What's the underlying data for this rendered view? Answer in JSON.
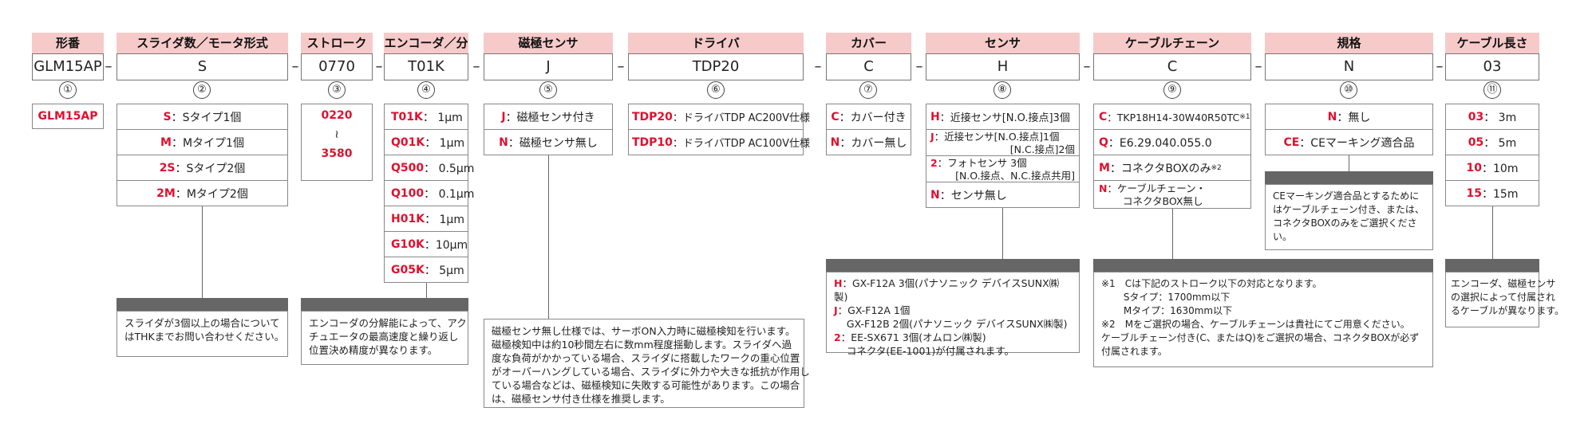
{
  "headers": {
    "model": "形番",
    "slider_motor": "スライダ数／モータ形式",
    "stroke": "ストローク",
    "encoder": "エンコーダ／分解能",
    "mag_sensor": "磁極センサ",
    "driver": "ドライバ",
    "cover": "カバー",
    "sensor": "センサ",
    "cable_chain": "ケーブルチェーン",
    "standard": "規格",
    "cable_length": "ケーブル長さ"
  },
  "codes": {
    "model": "GLM15AP",
    "slider_motor": "S",
    "stroke": "0770",
    "encoder": "T01K",
    "mag_sensor": "J",
    "driver": "TDP20",
    "cover": "C",
    "sensor": "H",
    "cable_chain": "C",
    "standard": "N",
    "cable_length": "03"
  },
  "dash": "–",
  "numbers": [
    "①",
    "②",
    "③",
    "④",
    "⑤",
    "⑥",
    "⑦",
    "⑧",
    "⑨",
    "⑩",
    "⑪"
  ],
  "model_options": [
    "GLM15AP"
  ],
  "slider_options": [
    {
      "code": "S",
      "desc": "：Sタイプ1個"
    },
    {
      "code": "M",
      "desc": "：Mタイプ1個"
    },
    {
      "code": "2S",
      "desc": "：Sタイプ2個"
    },
    {
      "code": "2M",
      "desc": "：Mタイプ2個"
    }
  ],
  "stroke_options": {
    "min": "0220",
    "sep": "≀",
    "max": "3580"
  },
  "encoder_options": [
    {
      "code": "T01K",
      "desc": "：  1μm"
    },
    {
      "code": "Q01K",
      "desc": "：  1μm"
    },
    {
      "code": "Q500",
      "desc": "：  0.5μm"
    },
    {
      "code": "Q100",
      "desc": "：  0.1μm"
    },
    {
      "code": "H01K",
      "desc": "：  1μm"
    },
    {
      "code": "G10K",
      "desc": "：10μm"
    },
    {
      "code": "G05K",
      "desc": "：  5μm"
    }
  ],
  "mag_sensor_options": [
    {
      "code": "J",
      "desc": "：磁極センサ付き"
    },
    {
      "code": "N",
      "desc": "：磁極センサ無し"
    }
  ],
  "driver_options": [
    {
      "code": "TDP20",
      "desc": "：ドライバTDP AC200V仕様"
    },
    {
      "code": "TDP10",
      "desc": "：ドライバTDP AC100V仕様"
    }
  ],
  "cover_options": [
    {
      "code": "C",
      "desc": "：カバー付き"
    },
    {
      "code": "N",
      "desc": "：カバー無し"
    }
  ],
  "sensor_options": [
    {
      "code": "H",
      "desc": "：近接センサ[N.O.接点]3個"
    },
    {
      "code": "J",
      "desc": "：近接センサ[N.O.接点]1個",
      "desc2": "[N.C.接点]2個"
    },
    {
      "code": "2",
      "desc": "：フォトセンサ 3個",
      "desc2": "[N.O.接点、N.C.接点共用]"
    },
    {
      "code": "N",
      "desc": "：センサ無し"
    }
  ],
  "chain_options": [
    {
      "code": "C",
      "desc": "：TKP18H14-30W40R50TC",
      "sup": "※1"
    },
    {
      "code": "Q",
      "desc": "：E6.29.040.055.0"
    },
    {
      "code": "M",
      "desc": "：コネクタBOXのみ",
      "sup": "※2"
    },
    {
      "code": "N",
      "desc": "：ケーブルチェーン・",
      "desc2": "コネクタBOX無し"
    }
  ],
  "standard_options": [
    {
      "code": "N",
      "desc": "：無し"
    },
    {
      "code": "CE",
      "desc": "：CEマーキング適合品"
    }
  ],
  "length_options": [
    {
      "code": "03",
      "desc": "：  3m"
    },
    {
      "code": "05",
      "desc": "：  5m"
    },
    {
      "code": "10",
      "desc": "：10m"
    },
    {
      "code": "15",
      "desc": "：15m"
    }
  ],
  "notes": {
    "slider": "スライダが3個以上の場合について\nはTHKまでお問い合わせください。",
    "encoder": "エンコーダの分解能によって、アク\nチュエータの最高速度と繰り返し\n位置決め精度が異なります。",
    "mag_sensor": "磁極センサ無し仕様では、サーボON入力時に磁極検知を行います。\n磁極検知中は約10秒間左右に数mm程度揺動します。スライダへ過\n度な負荷がかかっている場合、スライダに搭載したワークの重心位置\nがオーバーハングしている場合、スライダに外力や大きな抵抗が作用し\nている場合などは、磁極検知に失敗する可能性があります。この場合\nは、磁極センサ付き仕様を推奨します。",
    "sensor": [
      {
        "code": "H",
        "text": "：GX-F12A 3個(パナソニック デバイスSUNX㈱製)"
      },
      {
        "code": "J",
        "text": "：GX-F12A 1個"
      },
      {
        "code": "",
        "text": "    GX-F12B 2個(パナソニック デバイスSUNX㈱製)"
      },
      {
        "code": "2",
        "text": "：EE-SX671 3個(オムロン㈱製)"
      },
      {
        "code": "",
        "text": "    コネクタ(EE-1001)が付属されます。"
      }
    ],
    "chain": "※1　Cは下記のストローク以下の対応となります。\n　　 Sタイプ：1700mm以下\n　　 Mタイプ：1630mm以下\n※2　Mをご選択の場合、ケーブルチェーンは貴社にてご用意ください。\nケーブルチェーン付き(C、またはQ)をご選択の場合、コネクタBOXが必ず\n付属されます。",
    "standard": "CEマーキング適合品とするためにはケーブルチェーン付き、または、\nコネクタBOXのみをご選択ください。",
    "length": "エンコーダ、磁極センサ\nの選択によって付属され\nるケーブルが異なります。"
  }
}
